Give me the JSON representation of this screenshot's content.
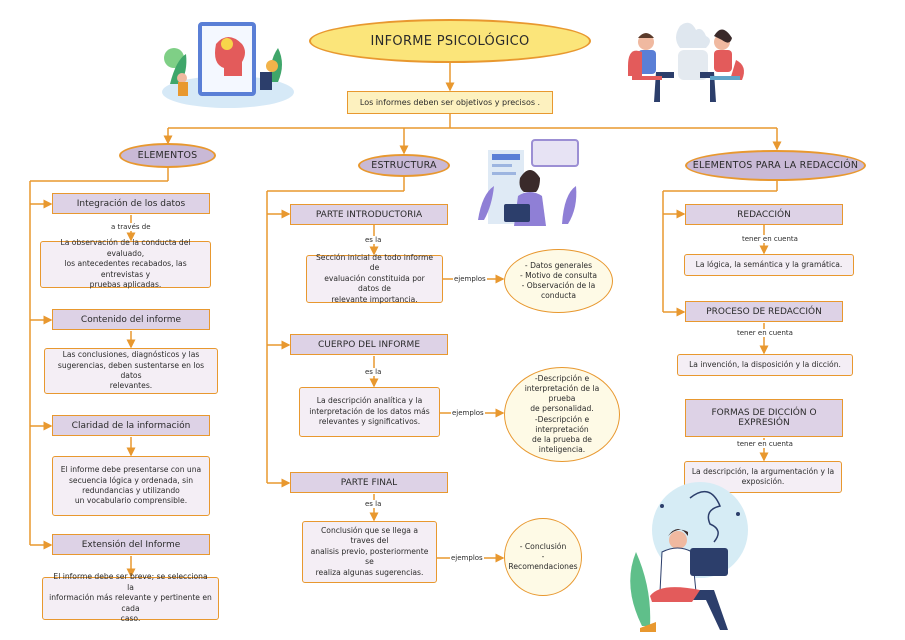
{
  "title": "INFORME PSICOLÓGICO",
  "subtitle": "Los informes deben ser objetivos y precisos .",
  "elementos": {
    "label": "ELEMENTOS",
    "items": [
      {
        "head": "Integración de los datos",
        "connector": "a través de",
        "text": "La observación de la conducta del evaluado,\nlos antecedentes recabados, las entrevistas y\npruebas aplicadas."
      },
      {
        "head": "Contenido del informe",
        "connector": "",
        "text": "Las conclusiones, diagnósticos y las\nsugerencias, deben sustentarse en los datos\nrelevantes."
      },
      {
        "head": "Claridad de la información",
        "connector": "",
        "text": "El informe debe presentarse con una\nsecuencia lógica y ordenada, sin\nredundancias y utilizando\nun vocabulario comprensible."
      },
      {
        "head": "Extensión del Informe",
        "connector": "",
        "text": "El informe debe ser breve; se selecciona la\ninformación más relevante y pertinente en cada\ncaso."
      }
    ]
  },
  "estructura": {
    "label": "ESTRUCTURA",
    "parts": [
      {
        "head": "PARTE INTRODUCTORIA",
        "connector": "es la",
        "text": "Sección inicial de todo informe de\nevaluación constituida por datos de\nrelevante importancia.",
        "ejemplos_label": "ejemplos",
        "examples": "- Datos generales\n- Motivo de consulta\n- Observación de la\nconducta"
      },
      {
        "head": "CUERPO DEL INFORME",
        "connector": "es la",
        "text": "La descripción analítica y la\ninterpretación de los datos más\nrelevantes y significativos.",
        "ejemplos_label": "ejemplos",
        "examples": "-Descripción e\ninterpretación de la prueba\nde personalidad.\n-Descripción e interpretación\nde la prueba de inteligencia."
      },
      {
        "head": "PARTE FINAL",
        "connector": "es la",
        "text": "Conclusión que se llega a traves del\nanalisis previo, posteriormente se\nrealiza algunas sugerencias.",
        "ejemplos_label": "ejemplos",
        "examples": "- Conclusión\n- Recomendaciones"
      }
    ]
  },
  "redaccion": {
    "label": "ELEMENTOS PARA LA REDACCIÓN",
    "items": [
      {
        "head": "REDACCIÓN",
        "connector": "tener en cuenta",
        "text": "La lógica, la semántica y la gramática."
      },
      {
        "head": "PROCESO DE REDACCIÓN",
        "connector": "tener en cuenta",
        "text": "La invención, la disposición y la dicción."
      },
      {
        "head": "FORMAS DE DICCIÓN O EXPRESIÓN",
        "connector": "tener en cuenta",
        "text": "La descripción, la argumentación y la\nexposición."
      }
    ]
  },
  "colors": {
    "line": "#e8982f",
    "oval": "#c9b9d6",
    "head": "#ddd2e6",
    "title": "#fbe57a"
  },
  "illustrations": [
    "psychology-head-illustration",
    "therapy-session-illustration",
    "woman-laptop-illustration",
    "man-thinking-laptop-illustration"
  ]
}
